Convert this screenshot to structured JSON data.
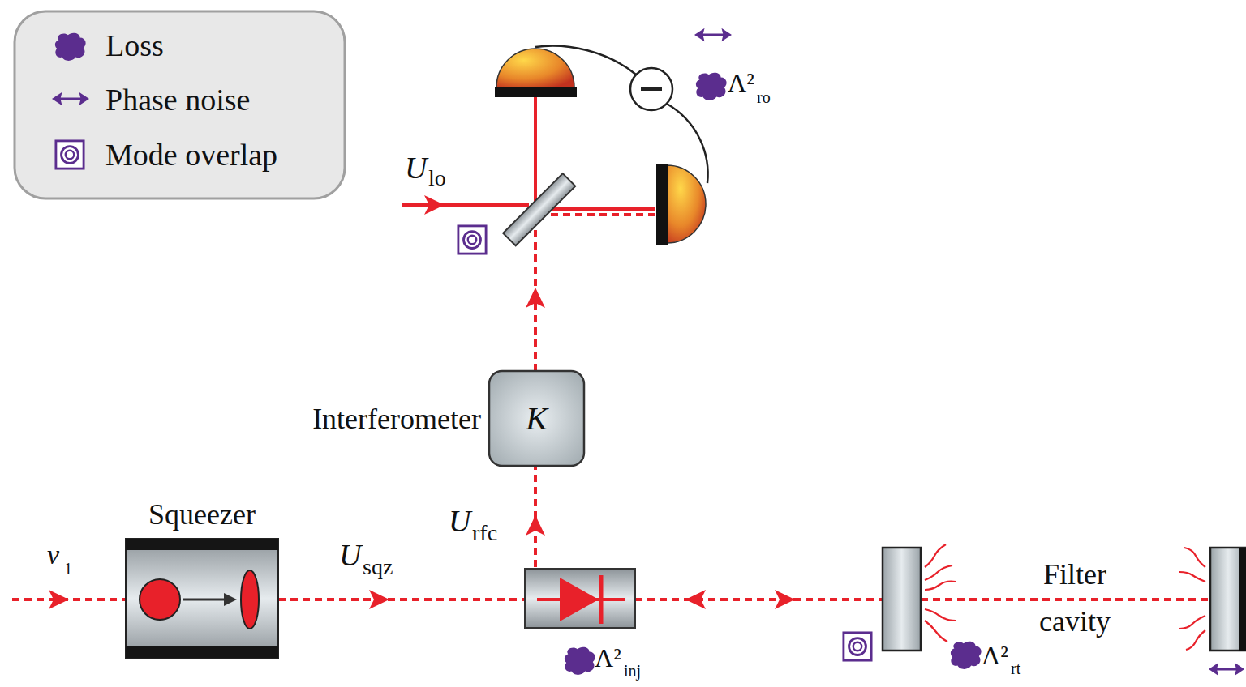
{
  "diagram": {
    "nodes": [
      {
        "text": [
          "Squeezer"
        ]
      },
      {
        "text": [
          "Interferometer",
          "K"
        ]
      }
    ],
    "labels": [
      "ν",
      "1",
      "U",
      "sqz",
      "U",
      "rfc",
      "U",
      "lo",
      "Λ²",
      "ro",
      "Λ²",
      "inj",
      "Λ²",
      "rt",
      "Filter cavity"
    ],
    "legend": [
      {
        "text": "Loss"
      },
      {
        "text": "Phase noise"
      },
      {
        "text": "Mode overlap"
      }
    ]
  }
}
